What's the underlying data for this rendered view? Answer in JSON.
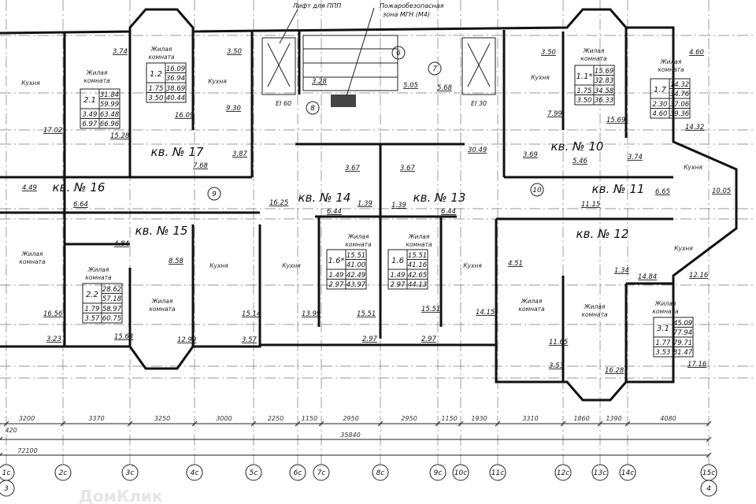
{
  "annotations": {
    "lift_ppp": "Лифт для ППП",
    "fire_zone_1": "Пожаробезопасная",
    "fire_zone_2": "зона МГН (М4)",
    "ei60": "EI 60",
    "ei30": "EI 30"
  },
  "room_labels": {
    "living_1": "Жилая",
    "living_2": "комната",
    "kitchen": "Кухня"
  },
  "apartments": [
    "кв. № 17",
    "кв. № 16",
    "кв. № 14",
    "кв. № 13",
    "кв. № 10",
    "кв. № 11",
    "кв. № 12",
    "кв. № 15"
  ],
  "circle_marks": [
    "6",
    "7",
    "8",
    "9",
    "10"
  ],
  "area_tables": [
    {
      "code": "2.1",
      "values": [
        "31.84",
        "59.99",
        "3.49",
        "63.48",
        "6.97",
        "66.96"
      ]
    },
    {
      "code": "1.2",
      "values": [
        "16.09",
        "36.94",
        "1.75",
        "38.69",
        "3.50",
        "40.44"
      ]
    },
    {
      "code": "1.1*",
      "values": [
        "15.69",
        "32.83",
        "1.75",
        "34.58",
        "3.50",
        "36.33"
      ]
    },
    {
      "code": "1.7",
      "values": [
        "14.32",
        "34.76",
        "2.30",
        "37.06",
        "4.60",
        "39.36"
      ]
    },
    {
      "code": "2.2",
      "values": [
        "28.62",
        "57.18",
        "1.79",
        "58.97",
        "3.57",
        "60.75"
      ]
    },
    {
      "code": "1.6*",
      "values": [
        "15.51",
        "41.00",
        "1.49",
        "42.49",
        "2.97",
        "43.97"
      ]
    },
    {
      "code": "1.6",
      "values": [
        "15.51",
        "41.16",
        "1.49",
        "42.65",
        "2.97",
        "44.13"
      ]
    },
    {
      "code": "3.1",
      "values": [
        "45.09",
        "77.94",
        "1.77",
        "79.71",
        "3.53",
        "81.47"
      ]
    }
  ],
  "room_areas": [
    "3.74",
    "17.02",
    "15.28",
    "3.50",
    "16.09",
    "9.30",
    "3.87",
    "7.68",
    "4.49",
    "6.64",
    "16.25",
    "3.28",
    "3.67",
    "1.39",
    "6.44",
    "5.05",
    "5.68",
    "3.50",
    "7.99",
    "15.69",
    "4.60",
    "14.32",
    "30.49",
    "3.69",
    "5.46",
    "3.74",
    "3.67",
    "1.39",
    "6.44",
    "6.65",
    "11.15",
    "10.05",
    "4.84",
    "8.58",
    "16.56",
    "15.14",
    "13.99",
    "15.51",
    "3.23",
    "15.63",
    "12.99",
    "3.57",
    "2.97",
    "15.51",
    "14.15",
    "4.51",
    "1.34",
    "14.84",
    "12.16",
    "11.65",
    "3.53",
    "16.28",
    "17.16",
    "2.97"
  ],
  "dimensions": {
    "segments": [
      "3200",
      "3370",
      "3250",
      "3000",
      "2250",
      "1150",
      "2950",
      "2950",
      "1150",
      "1930",
      "3310",
      "1860",
      "1390",
      "4080"
    ],
    "offset": "420",
    "subtotal": "35840",
    "total": "72100"
  },
  "axes": [
    "1c",
    "2c",
    "3c",
    "4c",
    "5c",
    "6c",
    "7c",
    "8c",
    "9c",
    "10c",
    "11c",
    "12c",
    "13c",
    "14c",
    "15c"
  ],
  "row_axes": [
    "3",
    "4"
  ],
  "watermark": "ДомКлик"
}
